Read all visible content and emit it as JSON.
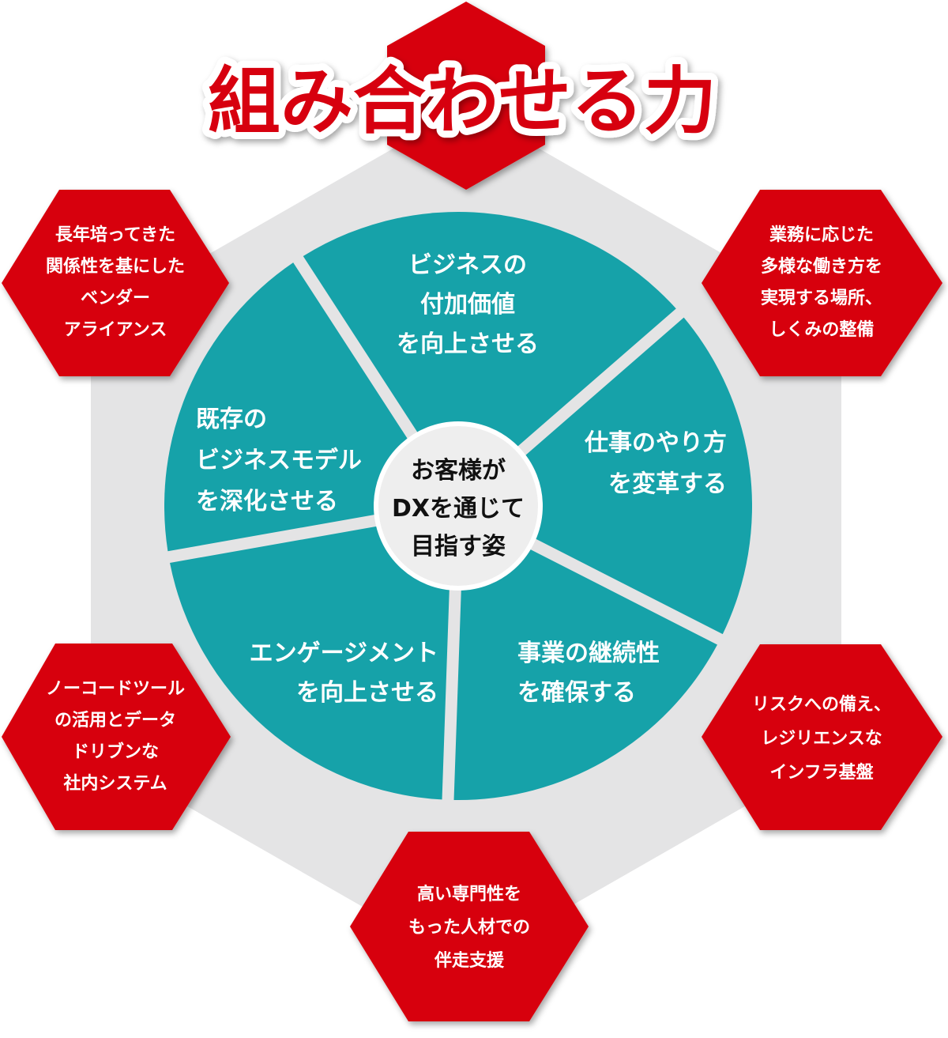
{
  "title": "組み合わせる力",
  "center": {
    "lines": [
      "お客様が",
      "DXを通じて",
      "目指す姿"
    ]
  },
  "segments": [
    {
      "id": "business-value",
      "lines": [
        "ビジネスの",
        "付加価値",
        "を向上させる"
      ]
    },
    {
      "id": "work-style",
      "lines": [
        "仕事のやり方",
        "を変革する"
      ]
    },
    {
      "id": "business-continuity",
      "lines": [
        "事業の継続性",
        "を確保する"
      ]
    },
    {
      "id": "engagement",
      "lines": [
        "エンゲージメント",
        "を向上させる"
      ]
    },
    {
      "id": "existing-business-model",
      "lines": [
        "既存の",
        "ビジネスモデル",
        "を深化させる"
      ]
    }
  ],
  "hexagons": [
    {
      "id": "vendor-alliance",
      "lines": [
        "長年培ってきた",
        "関係性を基にした",
        "ベンダー",
        "アライアンス"
      ]
    },
    {
      "id": "workplace",
      "lines": [
        "業務に応じた",
        "多様な働き方を",
        "実現する場所、",
        "しくみの整備"
      ]
    },
    {
      "id": "resilient-infra",
      "lines": [
        "リスクへの備え、",
        "レジリエンスな",
        "インフラ基盤"
      ]
    },
    {
      "id": "expert-support",
      "lines": [
        "高い専門性を",
        "もった人材での",
        "伴走支援"
      ]
    },
    {
      "id": "nocode-system",
      "lines": [
        "ノーコードツール",
        "の活用とデータ",
        "ドリブンな",
        "社内システム"
      ]
    }
  ],
  "colors": {
    "red": "#d7000f",
    "teal": "#16a2a9",
    "gray": "#e4e4e5",
    "center": "#eeeeee",
    "title_fill": "#d7000f",
    "title_stroke": "#ffffff"
  }
}
